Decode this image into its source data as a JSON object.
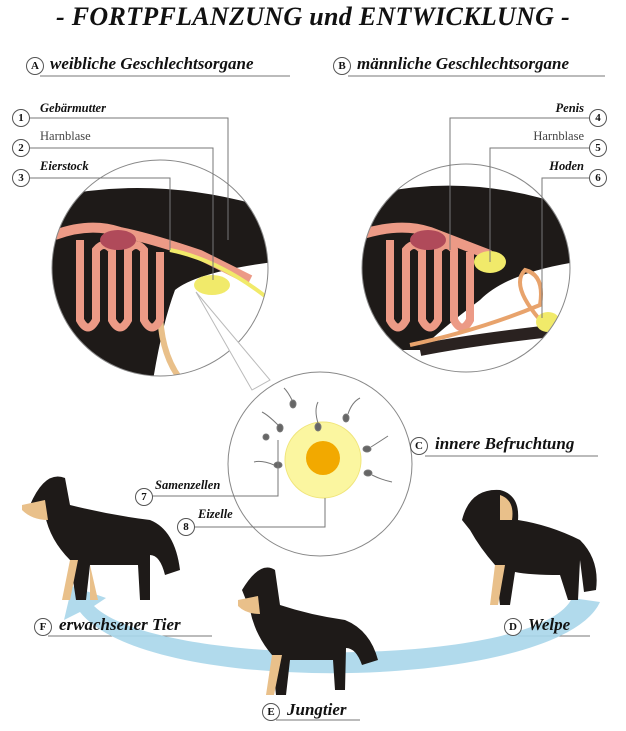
{
  "title": "- FORTPFLANZUNG und ENTWICKLUNG -",
  "sections": {
    "A": {
      "letter": "A",
      "label": "weibliche Geschlechtsorgane"
    },
    "B": {
      "letter": "B",
      "label": "männliche Geschlechtsorgane"
    },
    "C": {
      "letter": "C",
      "label": "innere Befruchtung"
    },
    "D": {
      "letter": "D",
      "label": "Welpe"
    },
    "E": {
      "letter": "E",
      "label": "Jungtier"
    },
    "F": {
      "letter": "F",
      "label": "erwachsener Tier"
    }
  },
  "parts": [
    {
      "num": "1",
      "label": "Gebärmutter"
    },
    {
      "num": "2",
      "label": "Harnblase"
    },
    {
      "num": "3",
      "label": "Eierstock"
    },
    {
      "num": "4",
      "label": "Penis"
    },
    {
      "num": "5",
      "label": "Harnblase"
    },
    {
      "num": "6",
      "label": "Hoden"
    },
    {
      "num": "7",
      "label": "Samenzellen"
    },
    {
      "num": "8",
      "label": "Eizelle"
    }
  ],
  "colors": {
    "arrow": "#a8d6ea",
    "egg": "#fbf6a0",
    "nucleus": "#f2a900",
    "organ": "#ec9a86",
    "fur_dark": "#1e1a18",
    "fur_tan": "#e9c08a"
  }
}
